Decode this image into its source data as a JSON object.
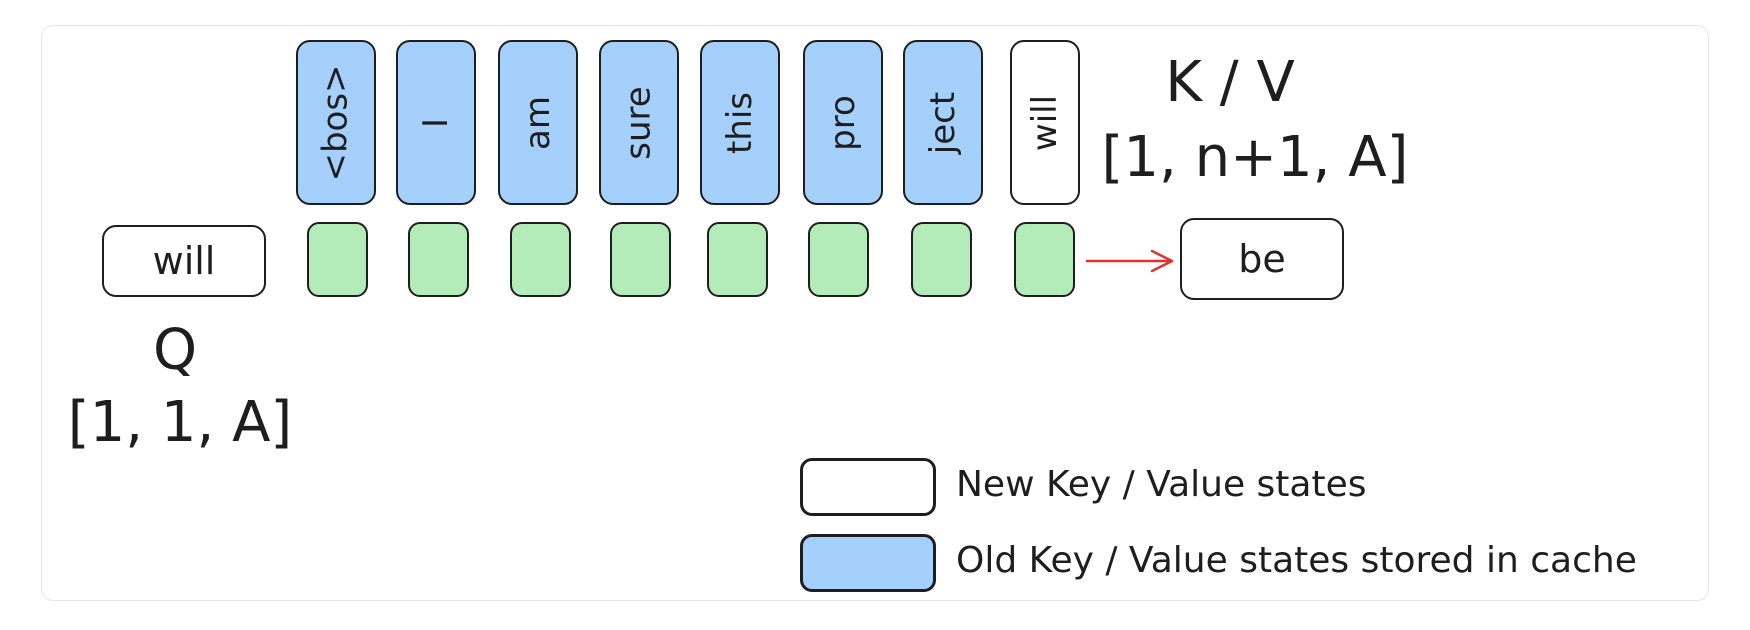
{
  "kv_label": "K / V",
  "kv_shape": "[1, n+1, A]",
  "q_label": "Q",
  "q_shape": "[1, 1, A]",
  "query_token": "will",
  "output_token": "be",
  "kv_tokens": [
    {
      "text": "<bos>",
      "state": "old"
    },
    {
      "text": "I",
      "state": "old"
    },
    {
      "text": "am",
      "state": "old"
    },
    {
      "text": "sure",
      "state": "old"
    },
    {
      "text": "this",
      "state": "old"
    },
    {
      "text": "pro",
      "state": "old"
    },
    {
      "text": "ject",
      "state": "old"
    },
    {
      "text": "will",
      "state": "new"
    }
  ],
  "legend": {
    "new_label": "New Key / Value states",
    "old_label": "Old Key / Value states stored in cache"
  },
  "colors": {
    "old_state": "#a5d0fb",
    "new_state": "#ffffff",
    "attention_cell": "#b3ecb8",
    "arrow": "#e03131"
  }
}
